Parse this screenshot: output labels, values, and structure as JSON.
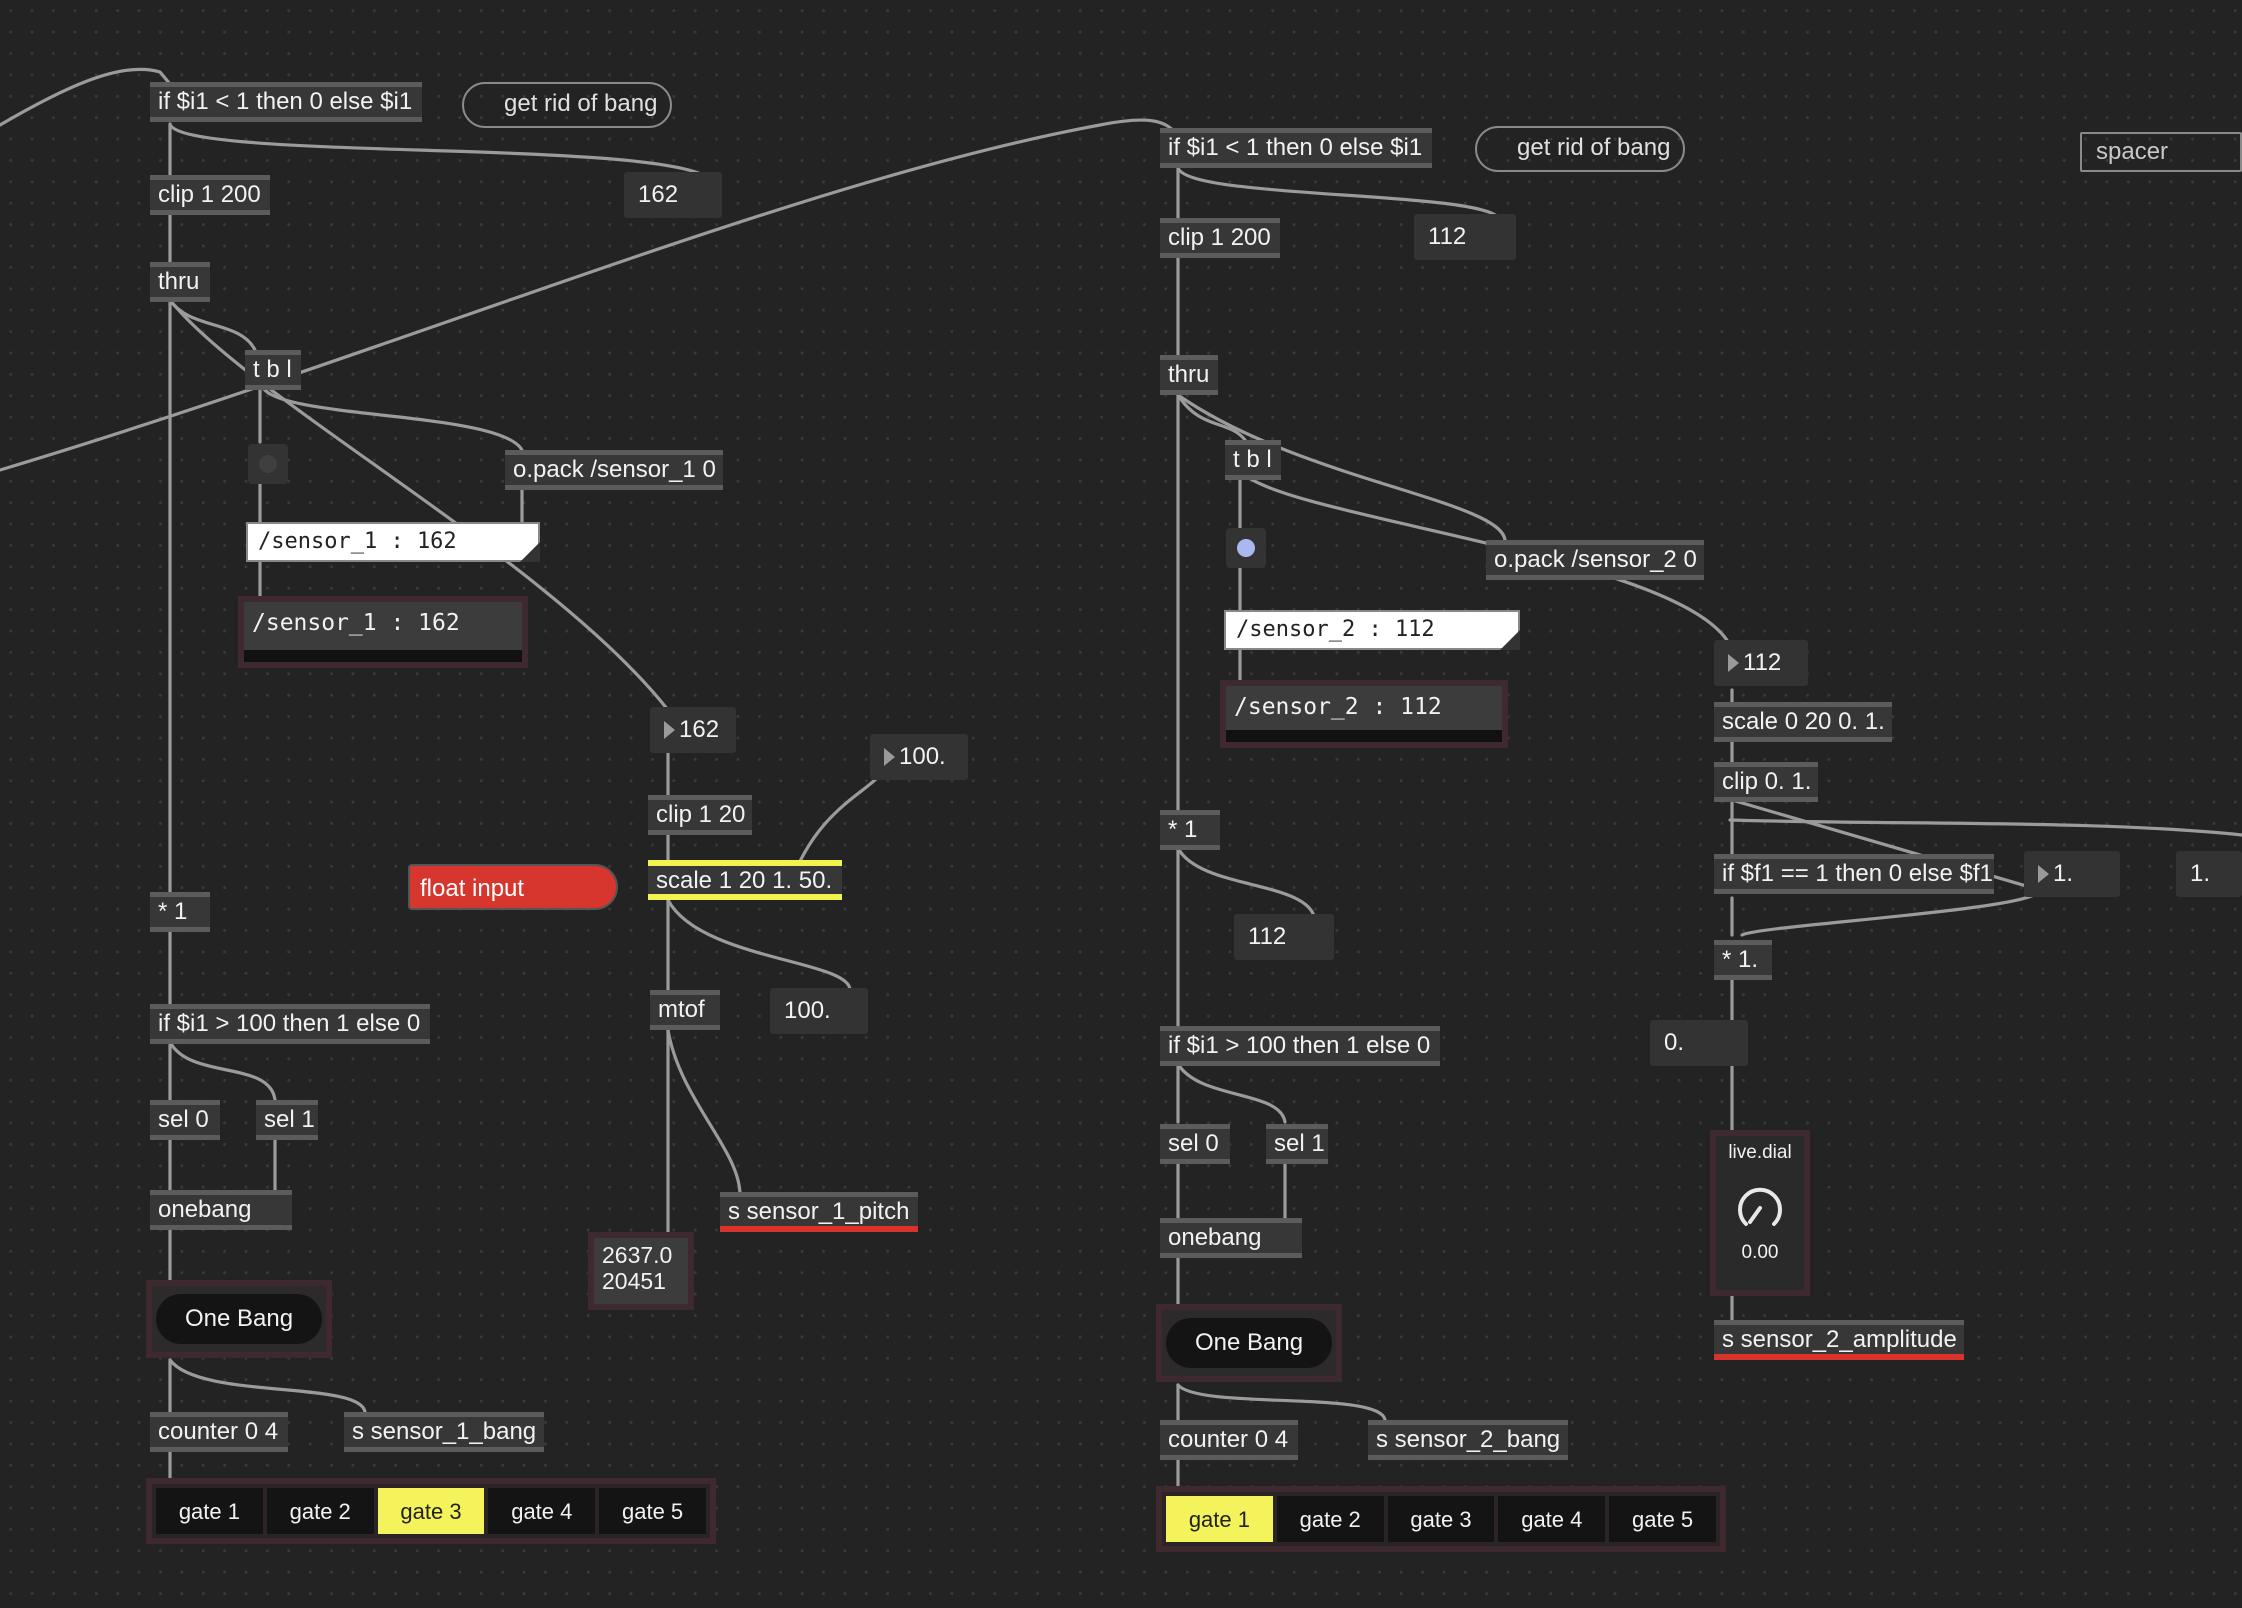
{
  "patch": {
    "left": {
      "expr_top": "if $i1 < 1 then 0 else $i1",
      "comment_bang": "get rid of bang",
      "clip_obj": "clip 1 200",
      "number_top": "162",
      "thru_obj": "thru",
      "tbl_obj": "t b l",
      "opack_obj": "o.pack /sensor_1 0",
      "message": "/sensor_1 : 162",
      "display": "/sensor_1 : 162",
      "number_mid": "162",
      "clip20_obj": "clip 1 20",
      "number_100a": "100.",
      "float_button": "float input",
      "scale_obj": "scale 1 20 1. 50.",
      "mul_obj": "* 1",
      "mtof_obj": "mtof",
      "number_100b": "100.",
      "expr_gt": "if $i1 > 100 then 1 else 0",
      "sel0_obj": "sel 0",
      "sel1_obj": "sel 1",
      "onebang_obj": "onebang",
      "send_pitch": "s sensor_1_pitch",
      "float_display_line1": "2637.0",
      "float_display_line2": "20451",
      "one_bang_button": "One Bang",
      "counter_obj": "counter 0 4",
      "send_bang": "s sensor_1_bang",
      "gates": [
        "gate 1",
        "gate 2",
        "gate 3",
        "gate 4",
        "gate 5"
      ],
      "active_gate": 3
    },
    "right": {
      "expr_top": "if $i1 < 1 then 0 else $i1",
      "comment_bang": "get rid of bang",
      "spacer_comment": "spacer",
      "clip_obj": "clip 1 200",
      "number_top": "112",
      "thru_obj": "thru",
      "tbl_obj": "t b l",
      "opack_obj": "o.pack /sensor_2 0",
      "message": "/sensor_2 : 112",
      "number_mid": "112",
      "display": "/sensor_2 : 112",
      "scale_obj": "scale 0 20 0. 1.",
      "clip01_obj": "clip 0. 1.",
      "mul_obj": "* 1",
      "expr_f1": "if $f1 == 1 then 0 else $f1",
      "number_1a": "1.",
      "number_1b": "1.",
      "number_low": "112",
      "mulf_obj": "* 1.",
      "expr_gt": "if $i1 > 100 then 1 else 0",
      "number_zero": "0.",
      "sel0_obj": "sel 0",
      "sel1_obj": "sel 1",
      "dial_label": "live.dial",
      "dial_value": "0.00",
      "onebang_obj": "onebang",
      "send_amp": "s sensor_2_amplitude",
      "one_bang_button": "One Bang",
      "counter_obj": "counter 0 4",
      "send_bang": "s sensor_2_bang",
      "gates": [
        "gate 1",
        "gate 2",
        "gate 3",
        "gate 4",
        "gate 5"
      ],
      "active_gate": 1
    }
  },
  "colors": {
    "canvas": "#232323",
    "object_fill": "#373737",
    "send_red": "#d8342c",
    "active_yellow": "#f4f35b",
    "patch_cord": "#9b9b9b"
  }
}
